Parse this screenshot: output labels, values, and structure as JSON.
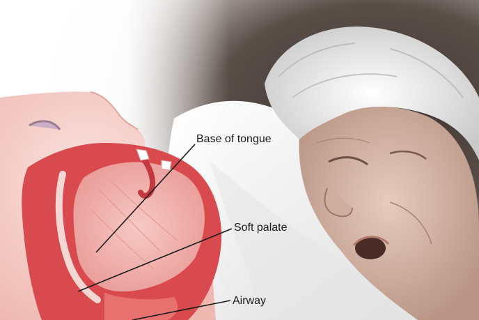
{
  "labels": {
    "base_of_tongue": "Base of tongue",
    "soft_palate": "Soft palate",
    "airway": "Airway"
  },
  "colors": {
    "tissue_red": "#d94a4f",
    "tongue_pink": "#f2b3b0",
    "skin": "#f6d3cf",
    "pillow": "#f4f4f4",
    "hair": "#e9e9e9",
    "background_dark": "#3a302c",
    "leader_line": "#1b1b1b"
  }
}
